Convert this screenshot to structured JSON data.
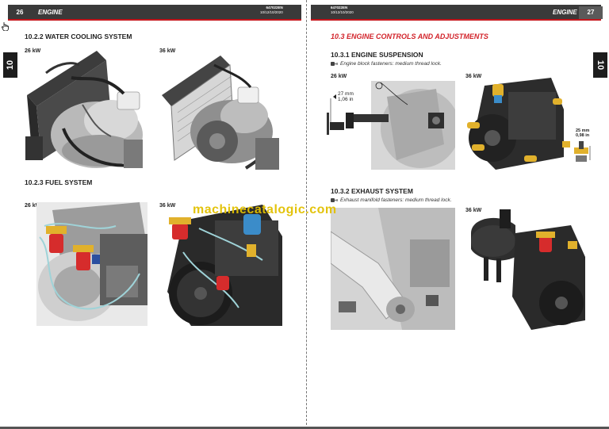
{
  "left_page": {
    "page_number": "26",
    "header_title": "ENGINE",
    "doc_code": "647022EN",
    "doc_date": "10/12/10/2020",
    "tab": "10",
    "sections": {
      "cooling": {
        "title": "10.2.2   WATER COOLING SYSTEM",
        "label_a": "26 kW",
        "label_b": "36 kW"
      },
      "fuel": {
        "title": "10.2.3   FUEL SYSTEM",
        "label_a": "26 kW",
        "label_b": "36 kW"
      }
    }
  },
  "right_page": {
    "page_number": "27",
    "header_title": "ENGINE",
    "doc_code": "647022EN",
    "doc_date": "10/12/10/2020",
    "tab": "10",
    "main_title": "10.3   ENGINE CONTROLS AND ADJUSTMENTS",
    "suspension": {
      "title": "10.3.1   ENGINE SUSPENSION",
      "note": "Engine block fasteners: medium thread lock.",
      "label_a": "26 kW",
      "label_b": "36 kW",
      "dim_a_line1": "27 mm",
      "dim_a_line2": "1,06 in",
      "dim_b_line1": "25 mm",
      "dim_b_line2": "0,98 in"
    },
    "exhaust": {
      "title": "10.3.2   EXHAUST SYSTEM",
      "note": "Exhaust manifold fasteners: medium thread lock.",
      "label_b": "36 kW"
    }
  },
  "watermark": "machinecatalogic.com",
  "colors": {
    "accent_red": "#d2232a",
    "header_bar": "#3a3a3a",
    "watermark": "#e2c000"
  }
}
